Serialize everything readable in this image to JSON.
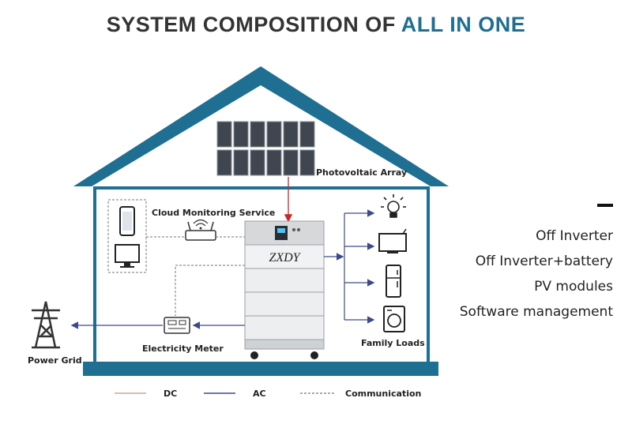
{
  "title": {
    "main": "SYSTEM COMPOSITION OF",
    "accent": "ALL IN ONE"
  },
  "labels": {
    "photovoltaic": "Photovoltaic Array",
    "cloud": "Cloud Monitoring Service",
    "meter": "Electricity Meter",
    "grid": "Power Grid",
    "loads": "Family Loads",
    "brand": "ZXDY"
  },
  "legend": [
    {
      "label": "DC",
      "color": "#c9a89a"
    },
    {
      "label": "AC",
      "color": "#3d4a8a"
    },
    {
      "label": "Communication",
      "color": "#777777"
    }
  ],
  "features": [
    "Off Inverter",
    "Off Inverter+battery",
    "PV modules",
    "Software management"
  ],
  "colors": {
    "house": "#1f6f93",
    "dc_line": "#c62828",
    "ac_line": "#3d4a8a",
    "accent": "#1f6f93"
  },
  "icons": [
    "solar-panel-icon",
    "phone-icon",
    "monitor-icon",
    "router-icon",
    "meter-icon",
    "pylon-icon",
    "bulb-icon",
    "tv-icon",
    "fridge-icon",
    "washer-icon"
  ]
}
